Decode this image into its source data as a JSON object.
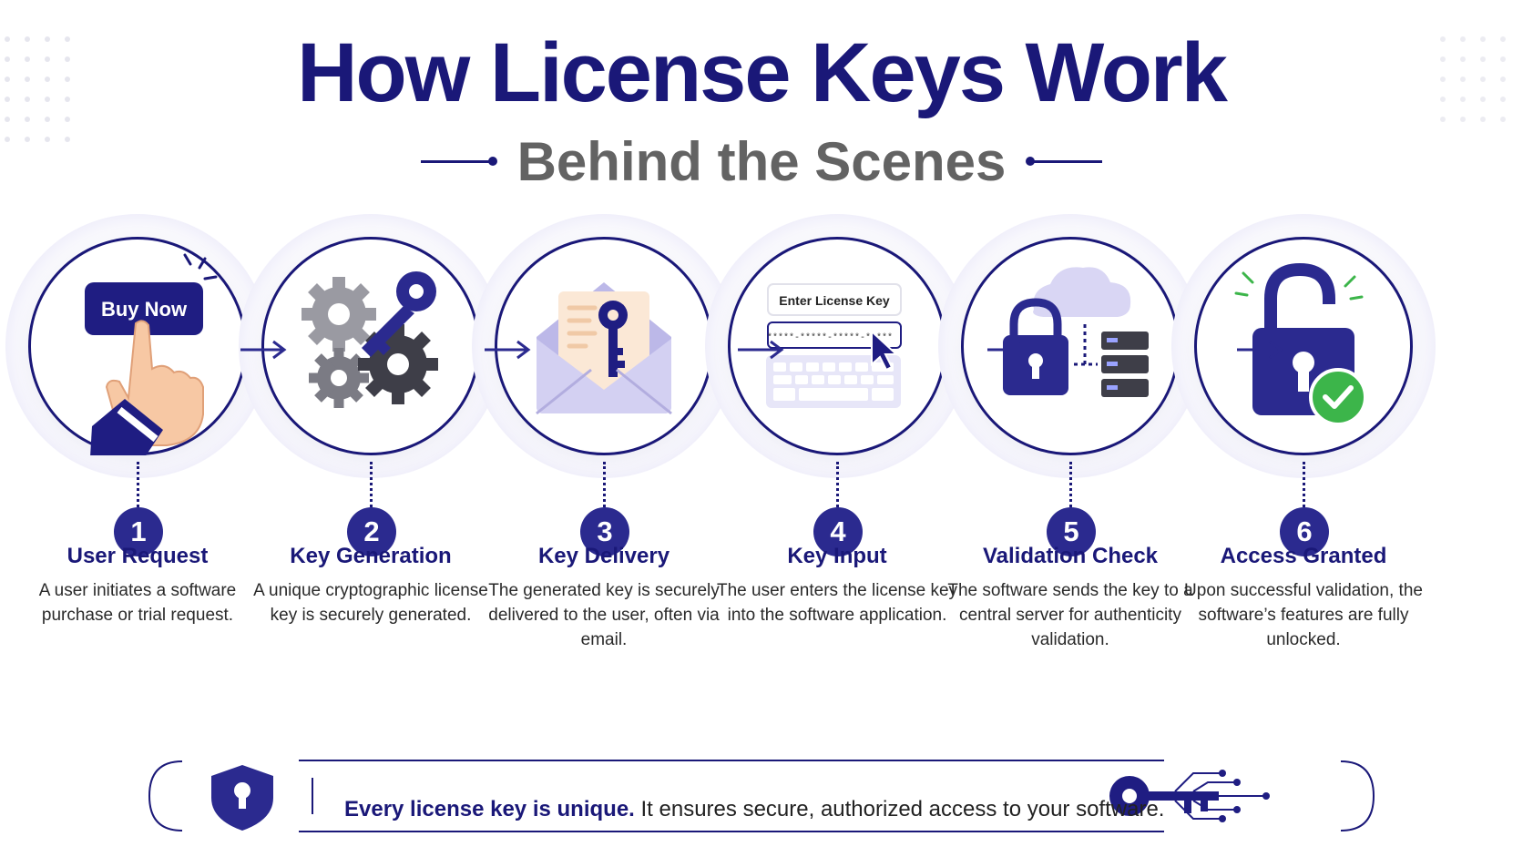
{
  "title": "How License Keys Work",
  "subtitle": "Behind the Scenes",
  "steps": [
    {
      "number": "1",
      "title": "User Request",
      "description": "A user initiates a software purchase or trial request.",
      "icon_label": "Buy Now"
    },
    {
      "number": "2",
      "title": "Key Generation",
      "description": "A unique cryptographic license key is securely generated."
    },
    {
      "number": "3",
      "title": "Key Delivery",
      "description": "The generated key is securely delivered to the user, often via email."
    },
    {
      "number": "4",
      "title": "Key Input",
      "description": "The user enters the license key into the software application.",
      "icon_label": "Enter License Key",
      "icon_field": "*****-*****-*****-*****"
    },
    {
      "number": "5",
      "title": "Validation Check",
      "description": "The software sends the key to a central server for authenticity validation."
    },
    {
      "number": "6",
      "title": "Access Granted",
      "description": "Upon successful validation, the software’s features are fully unlocked."
    }
  ],
  "banner": {
    "lead": "Every license key is unique.",
    "text": " It ensures secure, authorized access to your software."
  },
  "colors": {
    "primary": "#1a1878",
    "accent": "#2b2a8f",
    "success": "#3cb54a",
    "subtitle": "#636363"
  },
  "icons": [
    "cursor-hand-icon",
    "gears-key-icon",
    "envelope-key-icon",
    "keyboard-icon",
    "padlock-server-icon",
    "unlocked-padlock-icon",
    "shield-keyhole-icon",
    "circuit-key-icon"
  ]
}
